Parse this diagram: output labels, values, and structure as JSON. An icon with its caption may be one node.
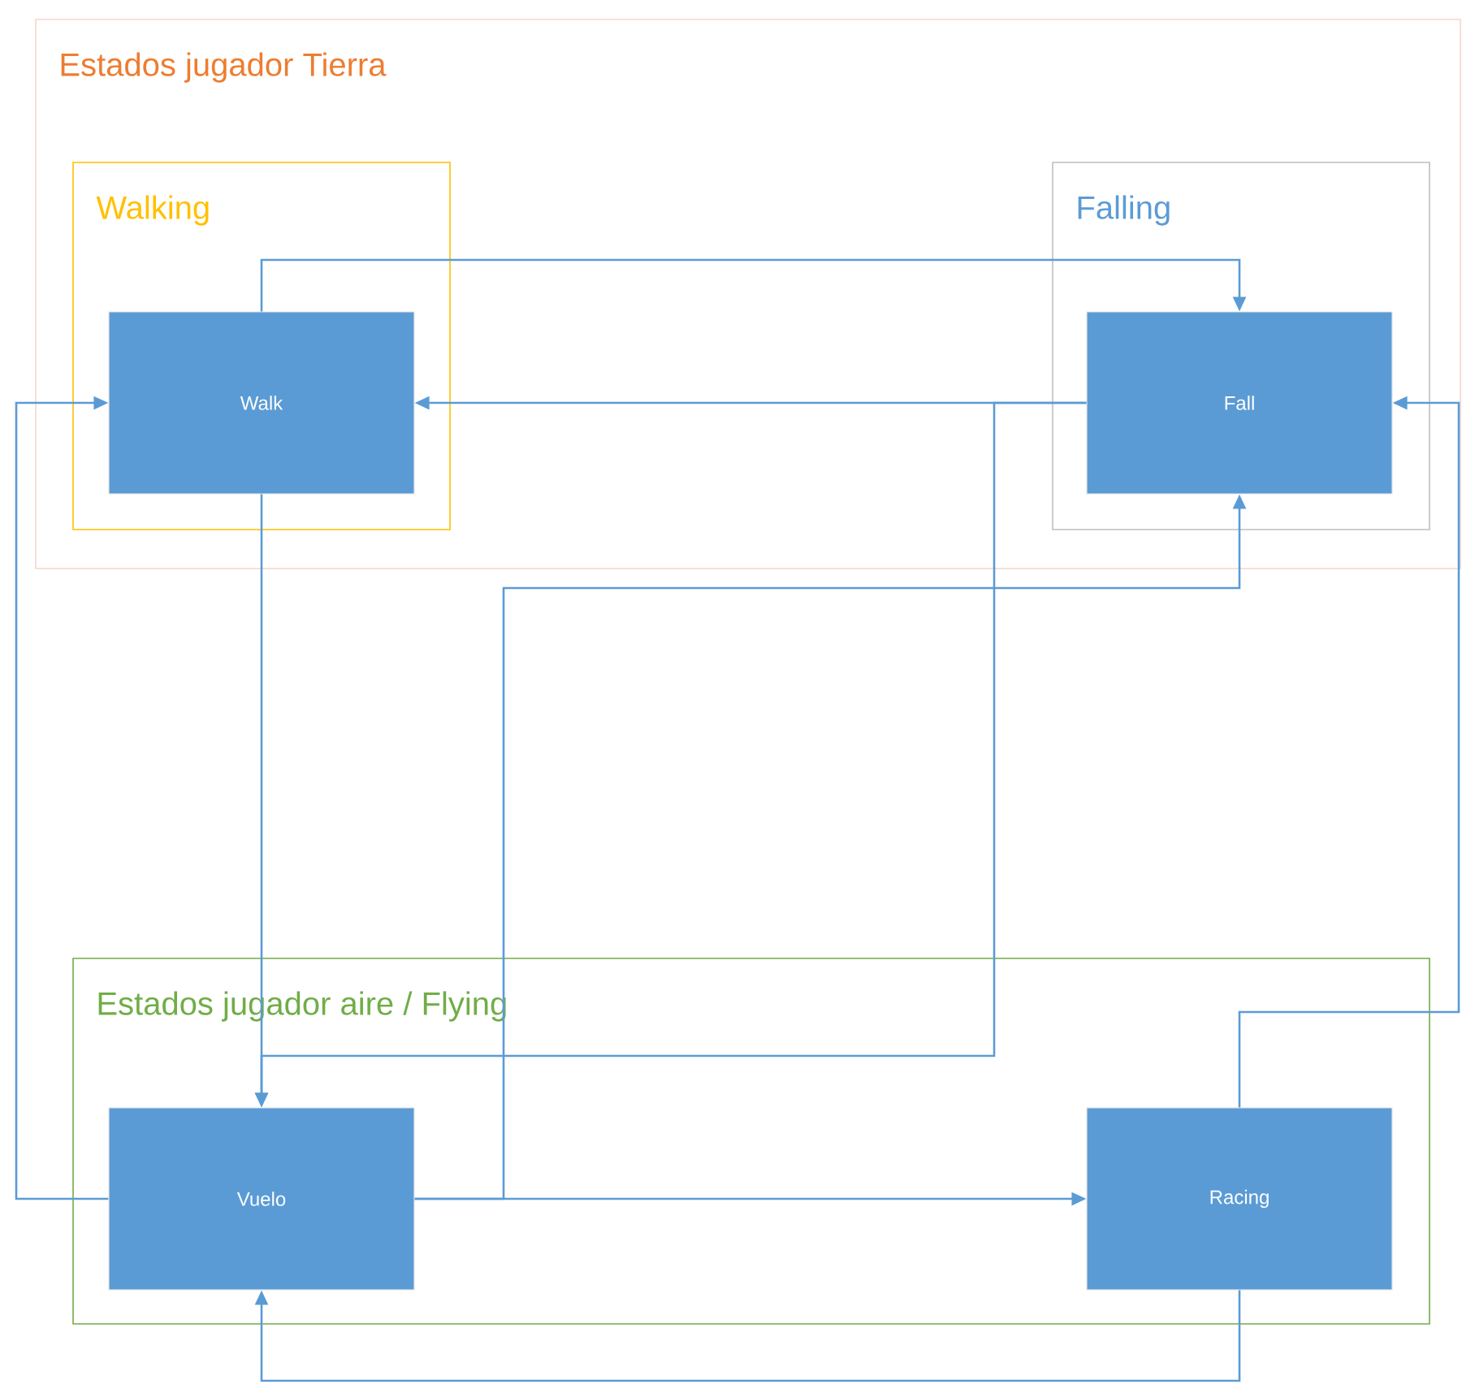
{
  "diagram": {
    "nodes": [
      {
        "text": [
          "Estados jugador Tierra"
        ]
      },
      {
        "text": [
          "Walking"
        ],
        "in": 0
      },
      {
        "text": [
          "Walk"
        ],
        "in": 1
      },
      {
        "text": [
          "Falling"
        ],
        "in": 0
      },
      {
        "text": [
          "Fall"
        ],
        "in": 3
      },
      {
        "text": [
          "Estados jugador aire / Flying"
        ]
      },
      {
        "text": [
          "Vuelo"
        ],
        "in": 5
      },
      {
        "text": [
          "Racing"
        ],
        "in": 5
      }
    ],
    "edges": [
      {
        "from": 2,
        "to": 4,
        "arrow": "to"
      },
      {
        "from": 4,
        "to": 2,
        "arrow": "to"
      },
      {
        "from": 2,
        "to": 6,
        "arrow": "to"
      },
      {
        "from": 4,
        "to": 6,
        "arrow": "to"
      },
      {
        "from": 6,
        "to": 2,
        "arrow": "to"
      },
      {
        "from": 6,
        "to": 4,
        "arrow": "to"
      },
      {
        "from": 6,
        "to": 7,
        "arrow": "to"
      },
      {
        "from": 7,
        "to": 6,
        "arrow": "to"
      },
      {
        "from": 7,
        "to": 4,
        "arrow": "to"
      }
    ]
  }
}
